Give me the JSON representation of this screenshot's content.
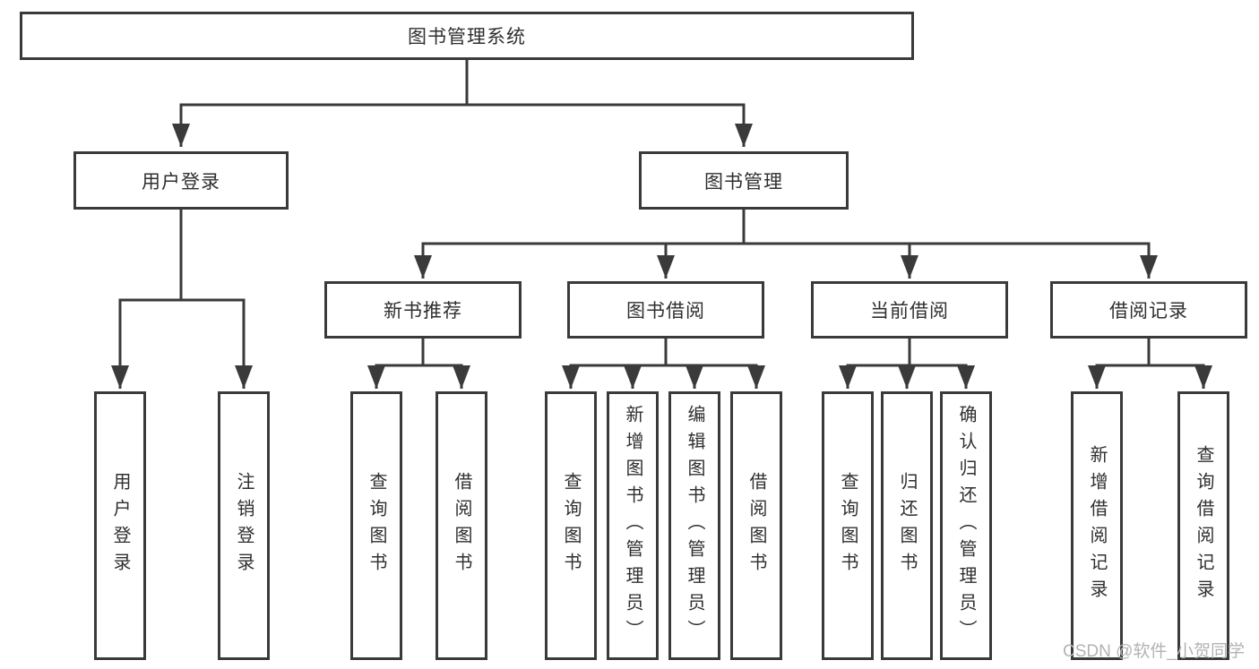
{
  "diagram": {
    "colors": {
      "line": "#3a3a3a",
      "box_border": "#3a3a3a",
      "text": "#2f2f2f",
      "background": "#ffffff",
      "watermark_text": "#b3b3b3"
    },
    "watermark": "CSDN @软件_小贺同学",
    "tree": {
      "label": "图书管理系统",
      "children": [
        {
          "label": "用户登录",
          "children": [
            {
              "label": "用户登录"
            },
            {
              "label": "注销登录"
            }
          ]
        },
        {
          "label": "图书管理",
          "children": [
            {
              "label": "新书推荐",
              "children": [
                {
                  "label": "查询图书"
                },
                {
                  "label": "借阅图书"
                }
              ]
            },
            {
              "label": "图书借阅",
              "children": [
                {
                  "label": "查询图书"
                },
                {
                  "label": "新增图书（管理员）"
                },
                {
                  "label": "编辑图书（管理员）"
                },
                {
                  "label": "借阅图书"
                }
              ]
            },
            {
              "label": "当前借阅",
              "children": [
                {
                  "label": "查询图书"
                },
                {
                  "label": "归还图书"
                },
                {
                  "label": "确认归还（管理员）"
                }
              ]
            },
            {
              "label": "借阅记录",
              "children": [
                {
                  "label": "新增借阅记录"
                },
                {
                  "label": "查询借阅记录"
                }
              ]
            }
          ]
        }
      ]
    }
  }
}
